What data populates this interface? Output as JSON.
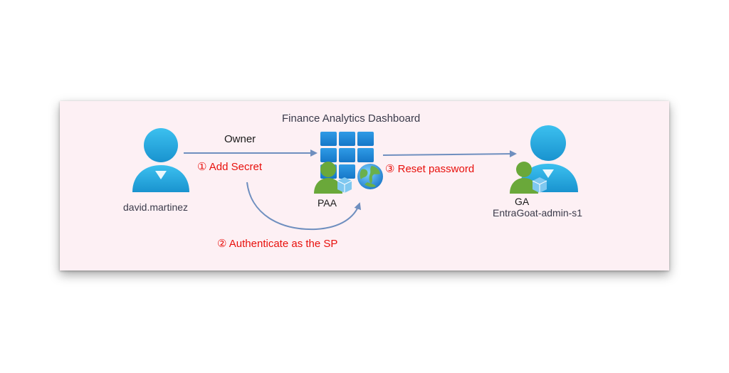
{
  "diagram": {
    "title": "Finance Analytics Dashboard",
    "source_user": "david.martinez",
    "owner_label": "Owner",
    "step1": "① Add Secret",
    "step2": "② Authenticate as the SP",
    "step3": "③ Reset password",
    "app_role": "PAA",
    "target_role": "GA",
    "target_user": "EntraGoat-admin-s1"
  },
  "colors": {
    "card_background": "#fdf0f4",
    "arrow": "#6f8fbf",
    "step_text": "#e8100c",
    "user_icon": "#1fa3dc",
    "admin_badge": "#6aa83a",
    "app_tiles": "#1e88d6"
  },
  "icons": {
    "source_user": "user-icon",
    "app": "enterprise-app-icon",
    "target_user": "admin-user-icon",
    "badge": "role-badge-icon",
    "globe": "globe-icon"
  }
}
